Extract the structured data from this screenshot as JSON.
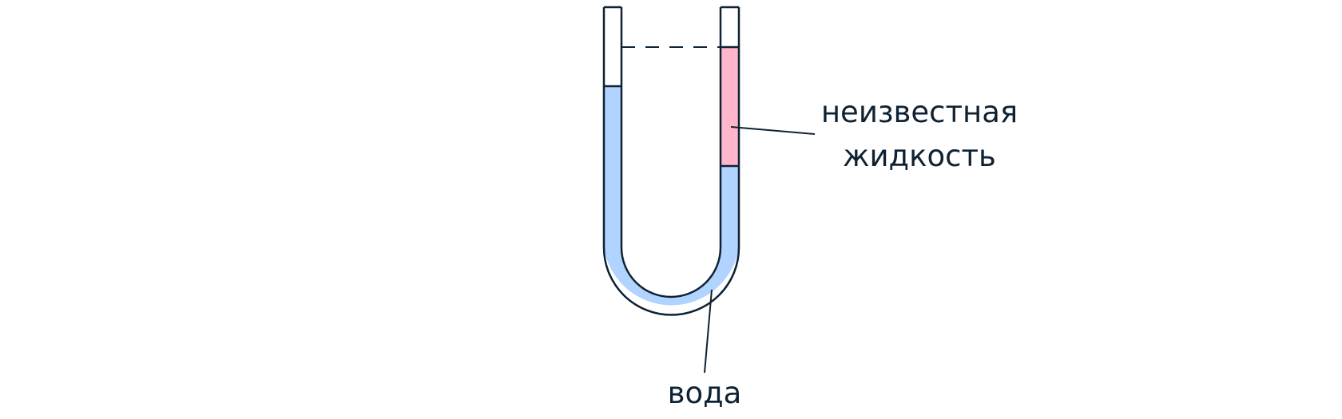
{
  "labels": {
    "unknown_liquid_line1": "неизвестная",
    "unknown_liquid_line2": "жидкость",
    "water": "вода"
  },
  "colors": {
    "water": "#b0d3ff",
    "unknown_liquid": "#ffb6cc",
    "outline": "#0e2233",
    "background": "#ffffff"
  }
}
